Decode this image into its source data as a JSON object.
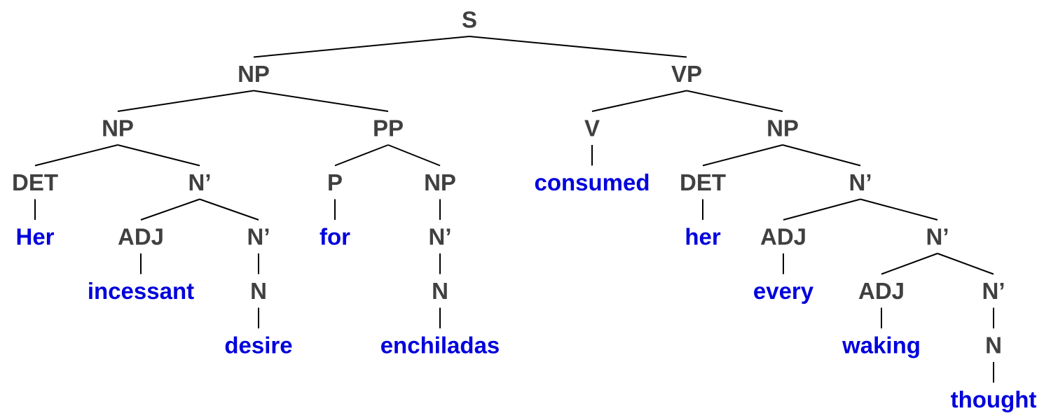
{
  "colors": {
    "category": "#404040",
    "word": "#0000dd",
    "edge": "#000000"
  },
  "tree": {
    "label": "S",
    "type": "category",
    "children": [
      {
        "label": "NP",
        "type": "category",
        "children": [
          {
            "label": "NP",
            "type": "category",
            "children": [
              {
                "label": "DET",
                "type": "category",
                "children": [
                  {
                    "label": "Her",
                    "type": "word"
                  }
                ]
              },
              {
                "label": "N’",
                "type": "category",
                "children": [
                  {
                    "label": "ADJ",
                    "type": "category",
                    "children": [
                      {
                        "label": "incessant",
                        "type": "word"
                      }
                    ]
                  },
                  {
                    "label": "N’",
                    "type": "category",
                    "children": [
                      {
                        "label": "N",
                        "type": "category",
                        "children": [
                          {
                            "label": "desire",
                            "type": "word"
                          }
                        ]
                      }
                    ]
                  }
                ]
              }
            ]
          },
          {
            "label": "PP",
            "type": "category",
            "children": [
              {
                "label": "P",
                "type": "category",
                "children": [
                  {
                    "label": "for",
                    "type": "word"
                  }
                ]
              },
              {
                "label": "NP",
                "type": "category",
                "children": [
                  {
                    "label": "N’",
                    "type": "category",
                    "children": [
                      {
                        "label": "N",
                        "type": "category",
                        "children": [
                          {
                            "label": "enchiladas",
                            "type": "word"
                          }
                        ]
                      }
                    ]
                  }
                ]
              }
            ]
          }
        ]
      },
      {
        "label": "VP",
        "type": "category",
        "children": [
          {
            "label": "V",
            "type": "category",
            "children": [
              {
                "label": "consumed",
                "type": "word"
              }
            ]
          },
          {
            "label": "NP",
            "type": "category",
            "children": [
              {
                "label": "DET",
                "type": "category",
                "children": [
                  {
                    "label": "her",
                    "type": "word"
                  }
                ]
              },
              {
                "label": "N’",
                "type": "category",
                "children": [
                  {
                    "label": "ADJ",
                    "type": "category",
                    "children": [
                      {
                        "label": "every",
                        "type": "word"
                      }
                    ]
                  },
                  {
                    "label": "N’",
                    "type": "category",
                    "children": [
                      {
                        "label": "ADJ",
                        "type": "category",
                        "children": [
                          {
                            "label": "waking",
                            "type": "word"
                          }
                        ]
                      },
                      {
                        "label": "N’",
                        "type": "category",
                        "children": [
                          {
                            "label": "N",
                            "type": "category",
                            "children": [
                              {
                                "label": "thought",
                                "type": "word"
                              }
                            ]
                          }
                        ]
                      }
                    ]
                  }
                ]
              }
            ]
          }
        ]
      }
    ]
  }
}
